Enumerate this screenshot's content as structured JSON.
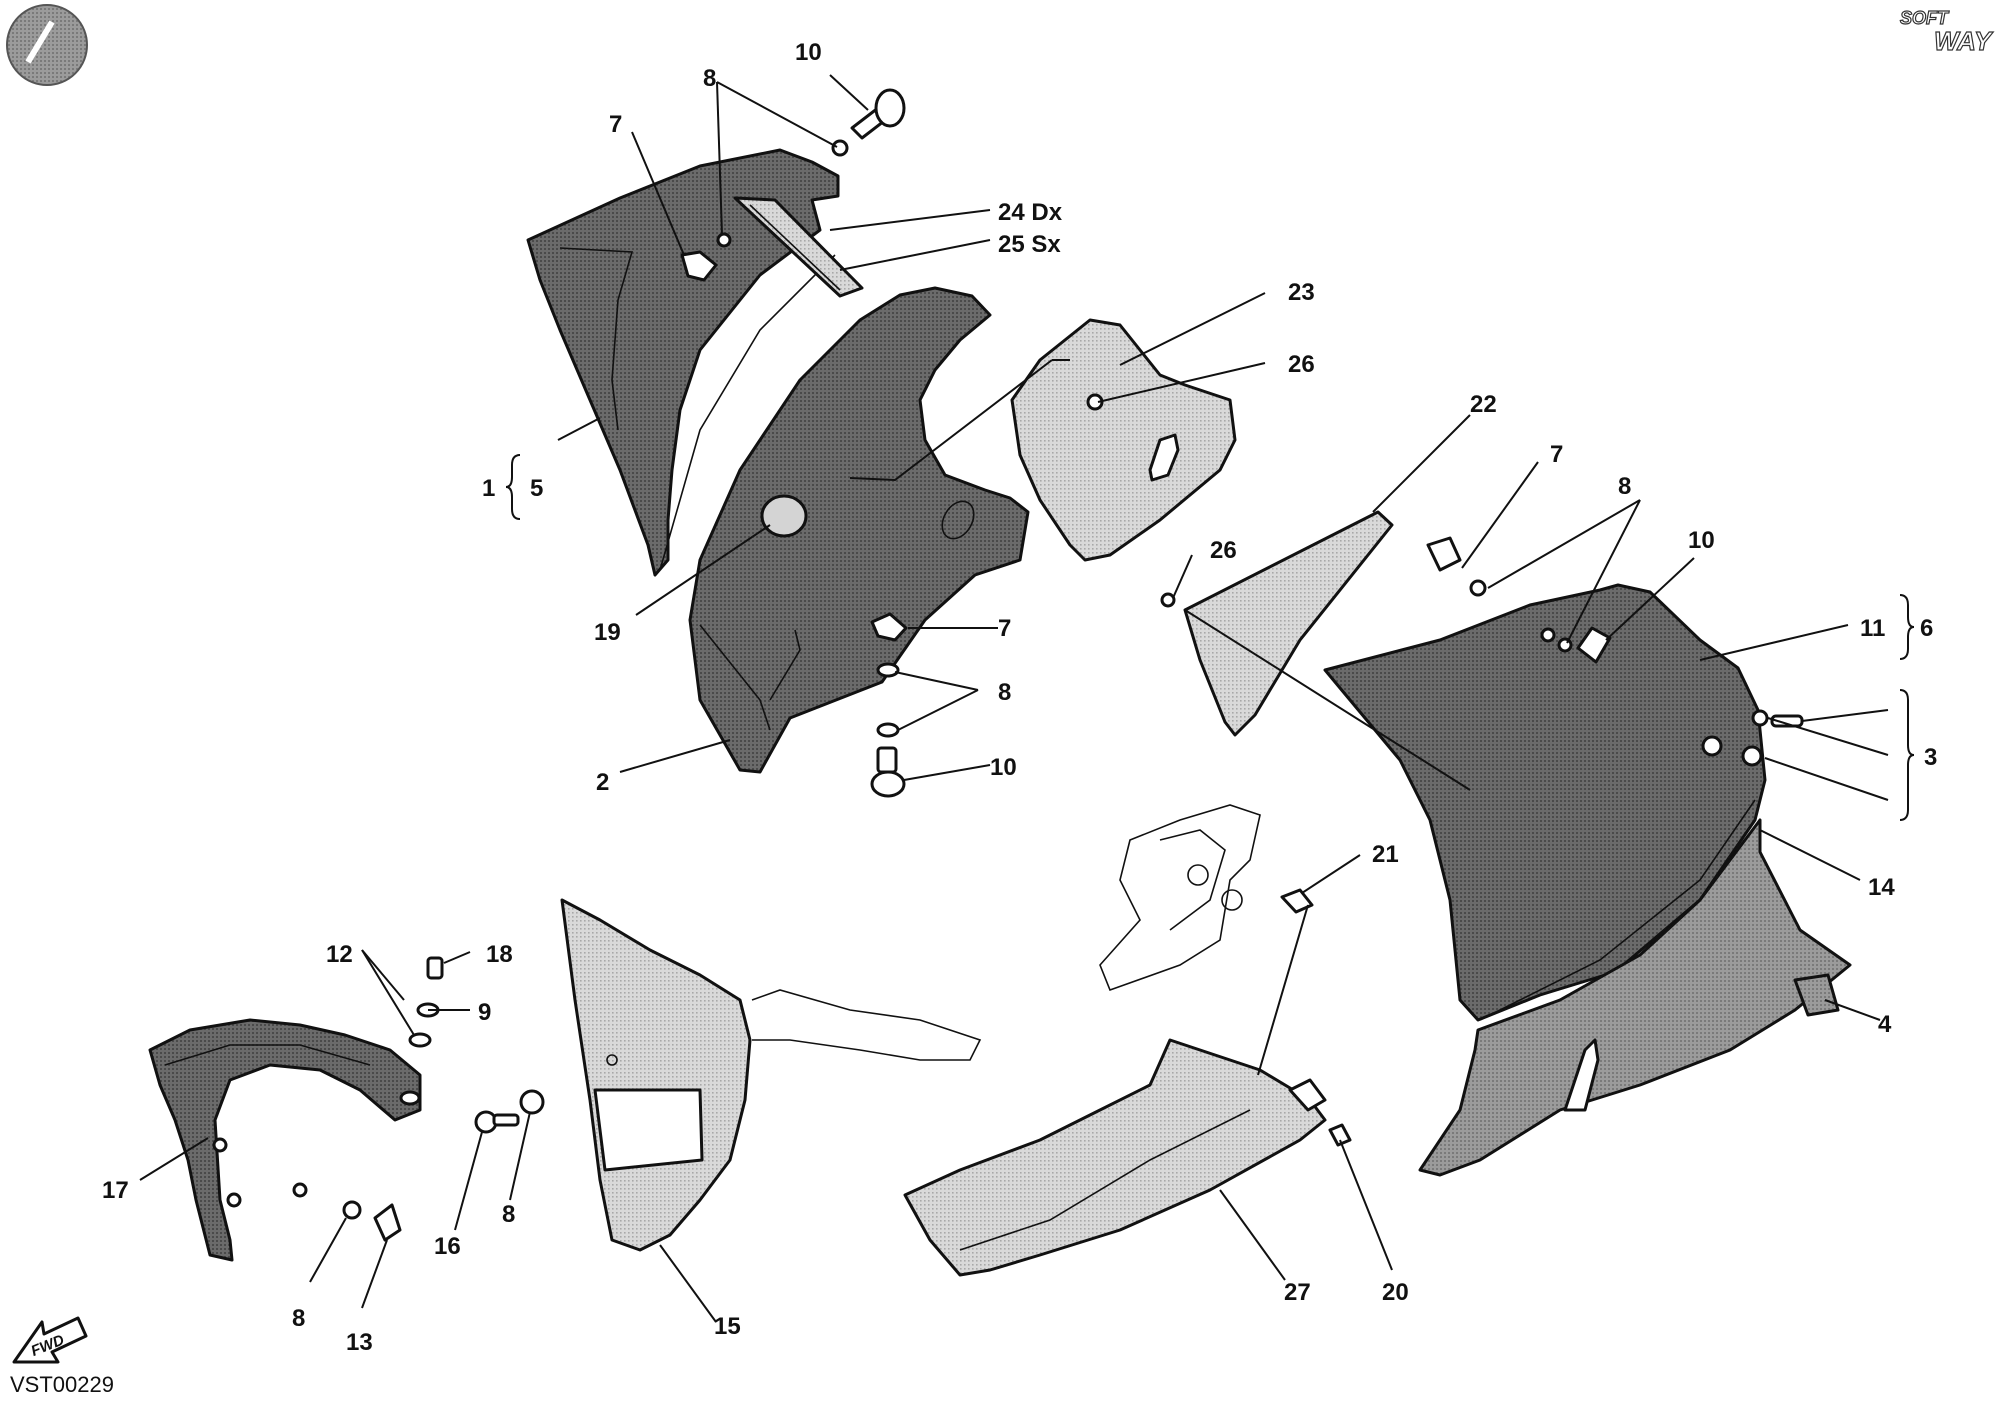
{
  "diagram": {
    "doc_code": "VST00229",
    "logo": {
      "word1": "SOFT",
      "word2": "WAY"
    },
    "direction_marker": "FWD",
    "callouts": [
      {
        "id": "c10a",
        "text": "10"
      },
      {
        "id": "c8a",
        "text": "8"
      },
      {
        "id": "c7a",
        "text": "7"
      },
      {
        "id": "c24",
        "text": "24 Dx"
      },
      {
        "id": "c25",
        "text": "25 Sx"
      },
      {
        "id": "c23",
        "text": "23"
      },
      {
        "id": "c26a",
        "text": "26"
      },
      {
        "id": "c1",
        "text": "1"
      },
      {
        "id": "c5",
        "text": "5"
      },
      {
        "id": "c22",
        "text": "22"
      },
      {
        "id": "c7b",
        "text": "7"
      },
      {
        "id": "c8b",
        "text": "8"
      },
      {
        "id": "c10b",
        "text": "10"
      },
      {
        "id": "c26b",
        "text": "26"
      },
      {
        "id": "c11",
        "text": "11"
      },
      {
        "id": "c6",
        "text": "6"
      },
      {
        "id": "c19",
        "text": "19"
      },
      {
        "id": "c7c",
        "text": "7"
      },
      {
        "id": "c8c",
        "text": "8"
      },
      {
        "id": "c3",
        "text": "3"
      },
      {
        "id": "c2",
        "text": "2"
      },
      {
        "id": "c10c",
        "text": "10"
      },
      {
        "id": "c21",
        "text": "21"
      },
      {
        "id": "c14",
        "text": "14"
      },
      {
        "id": "c12",
        "text": "12"
      },
      {
        "id": "c18",
        "text": "18"
      },
      {
        "id": "c9",
        "text": "9"
      },
      {
        "id": "c4",
        "text": "4"
      },
      {
        "id": "c17",
        "text": "17"
      },
      {
        "id": "c16",
        "text": "16"
      },
      {
        "id": "c8d",
        "text": "8"
      },
      {
        "id": "c15",
        "text": "15"
      },
      {
        "id": "c27",
        "text": "27"
      },
      {
        "id": "c20",
        "text": "20"
      },
      {
        "id": "c8e",
        "text": "8"
      },
      {
        "id": "c13",
        "text": "13"
      }
    ]
  }
}
